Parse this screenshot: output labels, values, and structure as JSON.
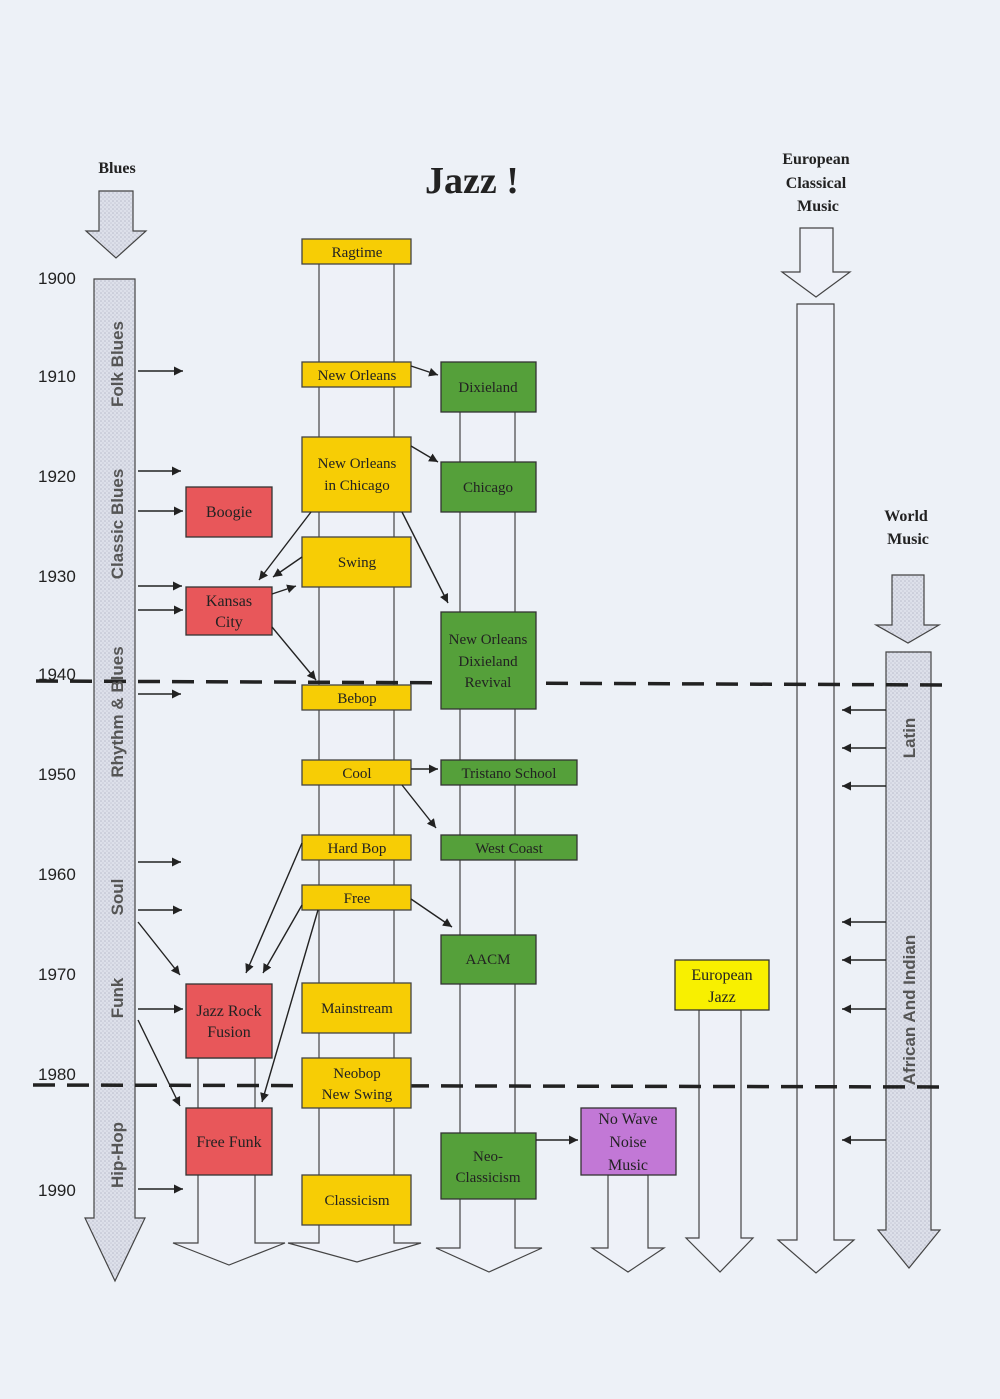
{
  "title": "Jazz !",
  "colors": {
    "background": "#edf1f7",
    "jazz_main": "#f7cd05",
    "blues_derived": "#e8575a",
    "chicago_branch": "#55a03a",
    "no_wave": "#c278d6",
    "european_jazz": "#f8f000",
    "column_fill": "#eef1f8",
    "arrow_shading": "#d6d9e6",
    "line": "#222222"
  },
  "sources": {
    "blues": "Blues",
    "european_classical": [
      "European",
      "Classical",
      "Music"
    ],
    "world_music": [
      "World",
      "Music"
    ]
  },
  "years": [
    "1900",
    "1910",
    "1920",
    "1930",
    "1940",
    "1950",
    "1960",
    "1970",
    "1980",
    "1990"
  ],
  "blues_column_labels": [
    "Folk Blues",
    "Classic Blues",
    "Rhythm & Blues",
    "Soul",
    "Funk",
    "Hip-Hop"
  ],
  "world_column_labels": [
    "Latin",
    "African And Indian"
  ],
  "boxes": {
    "ragtime": [
      "Ragtime"
    ],
    "new_orleans": [
      "New Orleans"
    ],
    "new_orleans_in_chicago": [
      "New Orleans",
      "in Chicago"
    ],
    "swing": [
      "Swing"
    ],
    "bebop": [
      "Bebop"
    ],
    "cool": [
      "Cool"
    ],
    "hard_bop": [
      "Hard Bop"
    ],
    "free": [
      "Free"
    ],
    "mainstream": [
      "Mainstream"
    ],
    "neobop": [
      "Neobop",
      "New Swing"
    ],
    "classicism": [
      "Classicism"
    ],
    "dixieland": [
      "Dixieland"
    ],
    "chicago": [
      "Chicago"
    ],
    "dixieland_revival": [
      "New Orleans",
      "Dixieland",
      "Revival"
    ],
    "tristano": [
      "Tristano School"
    ],
    "west_coast": [
      "West Coast"
    ],
    "aacm": [
      "AACM"
    ],
    "neo_classicism": [
      "Neo-",
      "Classicism"
    ],
    "no_wave": [
      "No Wave",
      "Noise",
      "Music"
    ],
    "european_jazz": [
      "European",
      "Jazz"
    ],
    "boogie": [
      "Boogie"
    ],
    "kansas_city": [
      "Kansas",
      "City"
    ],
    "jazz_rock_fusion": [
      "Jazz Rock",
      "Fusion"
    ],
    "free_funk": [
      "Free Funk"
    ]
  }
}
